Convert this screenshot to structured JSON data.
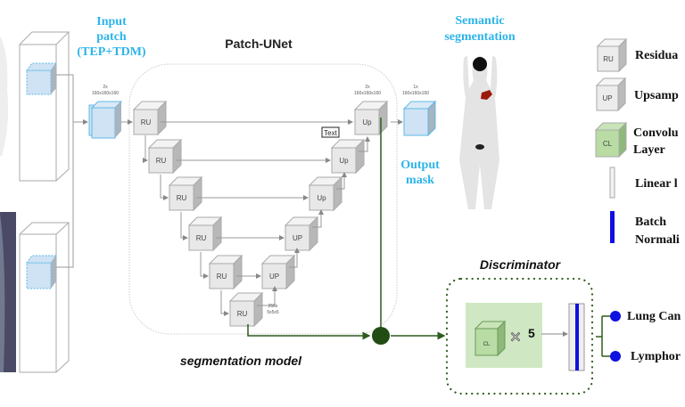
{
  "input_label": [
    "Input",
    "patch",
    "(TEP+TDM)"
  ],
  "unet_title": "Patch-UNet",
  "input_dims": {
    "count": "2x",
    "size": "160x160x160"
  },
  "output_dims": {
    "count": "1x",
    "size": "160x160x160"
  },
  "up_dims": {
    "count": "2x",
    "size": "160x160x160"
  },
  "bottleneck_dims": {
    "count": "256x",
    "size": "5x5x5"
  },
  "encoder_blocks": [
    "RU",
    "RU",
    "RU",
    "RU",
    "RU",
    "RU"
  ],
  "decoder_blocks": [
    "Up",
    "Up",
    "Up",
    "UP",
    "UP"
  ],
  "text_box": "Text",
  "output_label": [
    "Output",
    "mask"
  ],
  "semantic_label": [
    "Semantic",
    "segmentation"
  ],
  "segmentation_model_label": "segmentation model",
  "discriminator": {
    "title": "Discriminator",
    "block": "CL",
    "repeat": "5"
  },
  "legend": {
    "ru": {
      "block": "RU",
      "label": "Residua"
    },
    "up": {
      "block": "UP",
      "label": "Upsamp"
    },
    "cl": {
      "block": "CL",
      "label1": "Convolu",
      "label2": "Layer"
    },
    "linear": {
      "label": "Linear l"
    },
    "batch": {
      "label1": "Batch",
      "label2": "Normali"
    }
  },
  "outputs": [
    "Lung Can",
    "Lymphor"
  ],
  "colors": {
    "cyan": "#2db4ea",
    "green": "#2e5c1e",
    "batch_norm": "#1010e0",
    "conv": "#b9dca5"
  }
}
